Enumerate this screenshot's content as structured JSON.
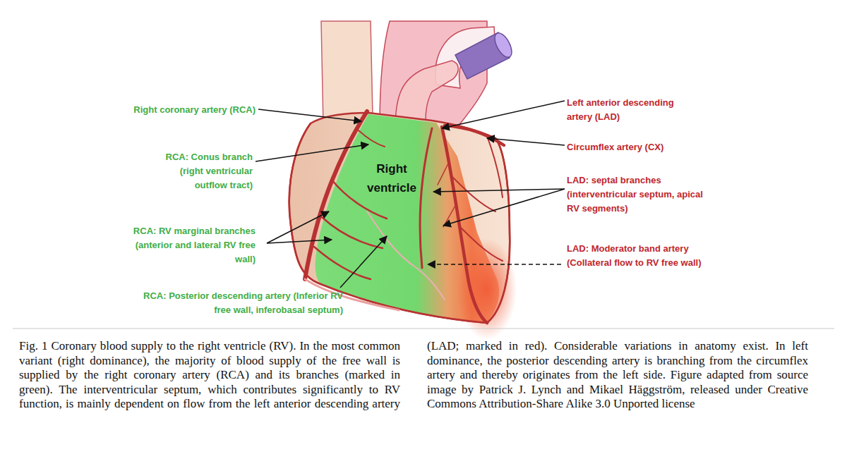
{
  "diagram": {
    "caption": "Fig. 1 Coronary blood supply to the right ventricle (RV). In the most common variant (right dominance), the majority of blood supply of the free wall is supplied by the right coronary artery (RCA) and its branches (marked in green). The interventricular septum, which contributes significantly to RV function, is mainly dependent on flow from the left anterior descending artery (LAD; marked in red). Considerable variations in anatomy exist. In left dominance, the posterior descending artery is branching from the circumflex artery and thereby originates from the left side. Figure adapted from source image by Patrick J. Lynch and Mikael Häggström, released under Creative Commons Attribution-Share Alike 3.0 Unported license",
    "labels": [
      "Right coronary artery (RCA)",
      "RCA: Conus branch (right ventricular outflow tract)",
      "RCA: RV marginal branches (anterior and lateral RV free wall)",
      "RCA: Posterior descending artery (Inferior RV free wall, inferobasal septum)",
      "Right ventricle",
      "Left anterior descending artery (LAD)",
      "Circumflex artery (CX)",
      "LAD: septal branches (interventricular septum, apical RV segments)",
      "LAD: Moderator band artery (Collateral flow to RV free wall)"
    ]
  }
}
